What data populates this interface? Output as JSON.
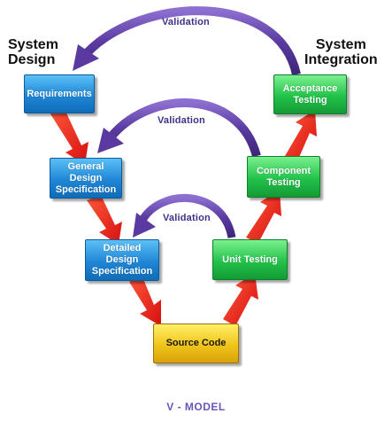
{
  "titles": {
    "system_design": [
      "System",
      "Design"
    ],
    "system_integration": [
      "System",
      "Integration"
    ]
  },
  "boxes": {
    "requirements": [
      "Requirements"
    ],
    "general_design": [
      "General Design",
      "Specification"
    ],
    "detailed_design": [
      "Detailed Design",
      "Specification"
    ],
    "source_code": [
      "Source Code"
    ],
    "unit_testing": [
      "Unit Testing"
    ],
    "component_testing": [
      "Component",
      "Testing"
    ],
    "acceptance_testing": [
      "Acceptance",
      "Testing"
    ]
  },
  "validation": {
    "top": "Validation",
    "middle": "Validation",
    "bottom": "Validation"
  },
  "caption": "V - MODEL",
  "colors": {
    "design_box": "#1f86d6",
    "test_box": "#22c24a",
    "code_box": "#f0c419",
    "flow_arrow": "#e01010",
    "validation_arrow": "#5a3aa0"
  }
}
